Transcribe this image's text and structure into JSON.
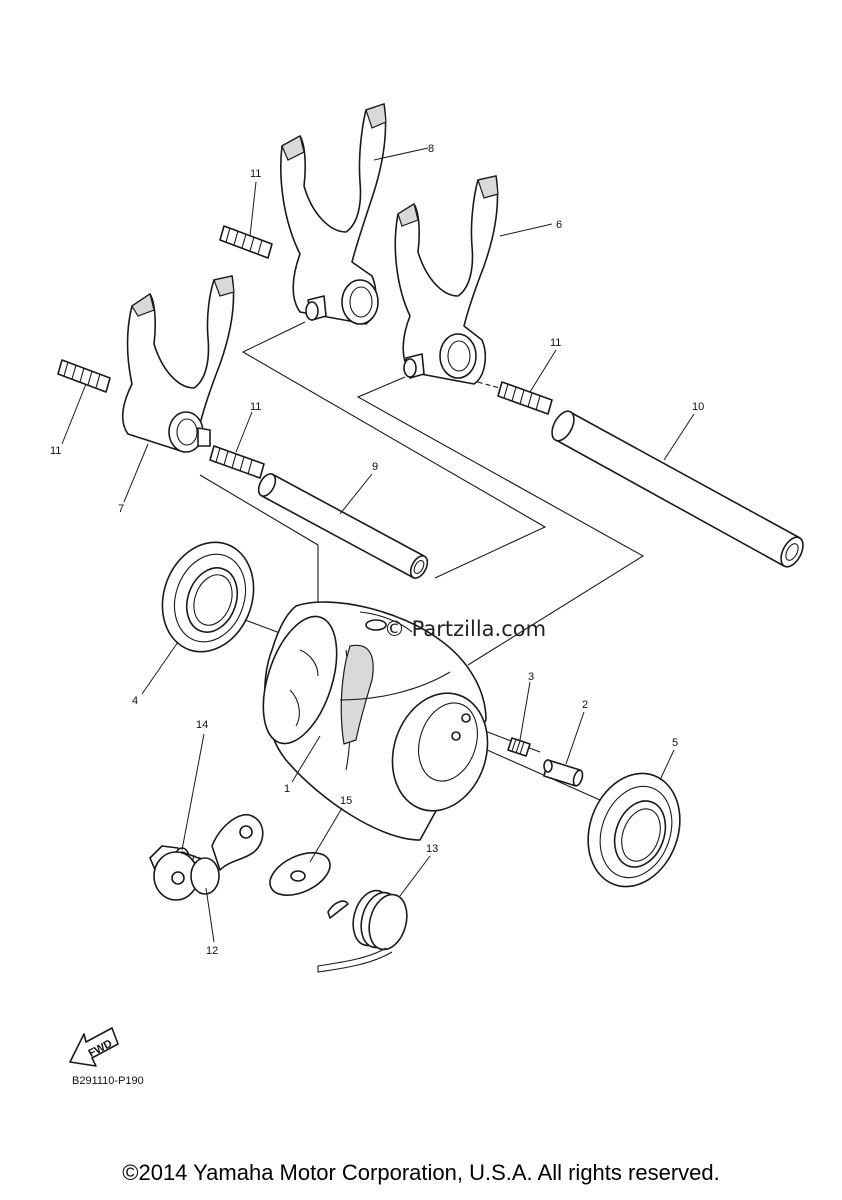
{
  "watermark": "© Partzilla.com",
  "diagram_code": "B291110-P190",
  "fwd_label": "FWD",
  "copyright": "©2014 Yamaha Motor Corporation, U.S.A. All rights reserved.",
  "callouts": {
    "c1": "1",
    "c2": "2",
    "c3": "3",
    "c4": "4",
    "c5": "5",
    "c6": "6",
    "c7": "7",
    "c8": "8",
    "c9": "9",
    "c10": "10",
    "c11a": "11",
    "c11b": "11",
    "c11c": "11",
    "c11d": "11",
    "c12": "12",
    "c13": "13",
    "c14": "14",
    "c15": "15"
  }
}
